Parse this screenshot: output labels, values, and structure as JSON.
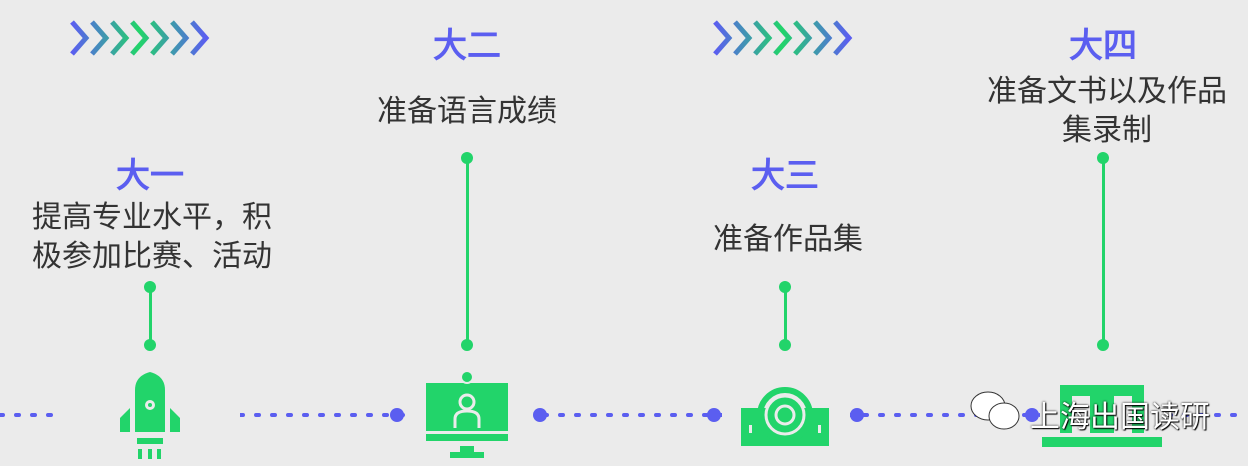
{
  "colors": {
    "accent_blue": "#5b5ef0",
    "accent_green": "#22d46a",
    "background": "#ebebeb"
  },
  "stages": [
    {
      "title": "大一",
      "desc": [
        "提高专业水平，积",
        "极参加比赛、活动"
      ],
      "icon": "rocket-icon"
    },
    {
      "title": "大二",
      "desc": [
        "准备语言成绩"
      ],
      "icon": "monitor-user-icon"
    },
    {
      "title": "大三",
      "desc": [
        "准备作品集"
      ],
      "icon": "camera-icon"
    },
    {
      "title": "大四",
      "desc": [
        "准备文书以及作品",
        "集录制"
      ],
      "icon": "laptop-icon"
    }
  ],
  "watermark": "上海出国读研"
}
